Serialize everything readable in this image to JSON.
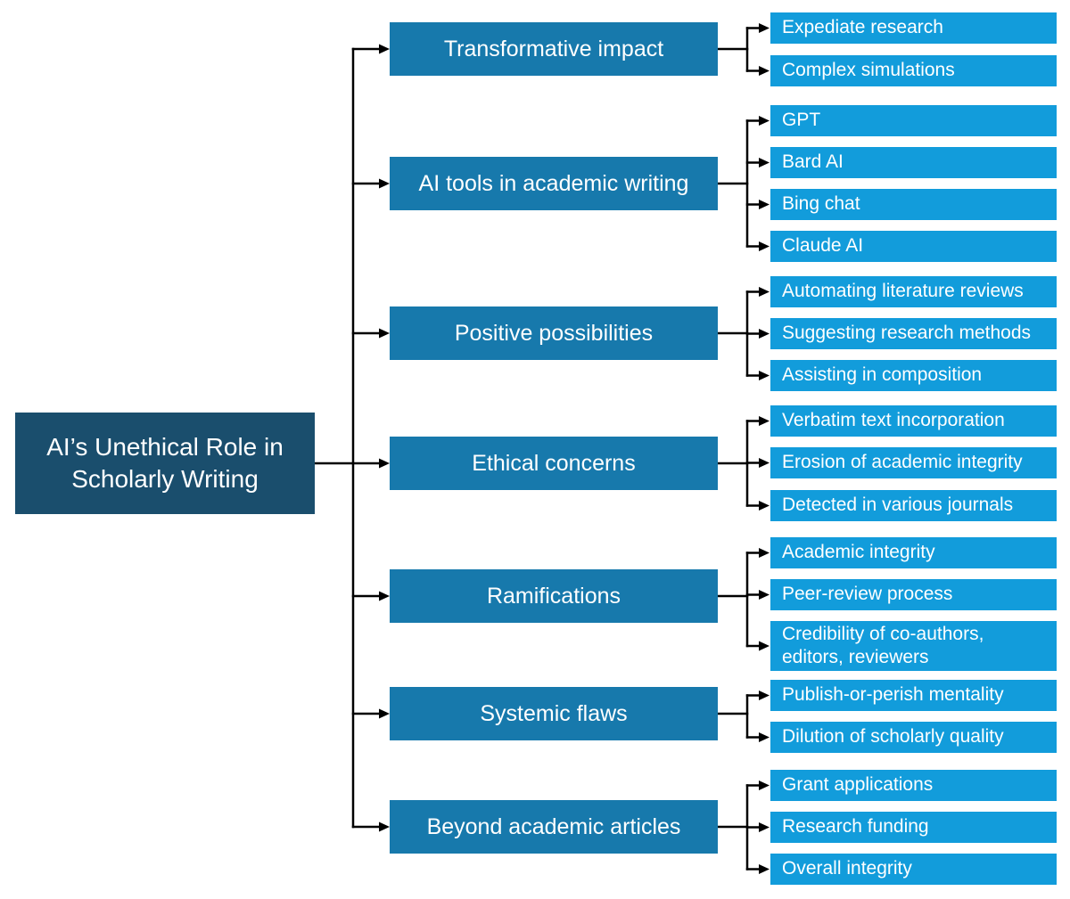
{
  "diagram": {
    "type": "mind-map-tree",
    "orientation": "left-to-right"
  },
  "colors": {
    "root_fill": "#1A4E6D",
    "branch_fill": "#1779AC",
    "leaf_fill": "#129CDB",
    "connector": "#000000",
    "background": "#FFFFFF",
    "text": "#FFFFFF"
  },
  "root": {
    "label": "AI’s Unethical Role in Scholarly Writing"
  },
  "branches": [
    {
      "label": "Transformative impact",
      "children": [
        "Expediate research",
        "Complex simulations"
      ]
    },
    {
      "label": "AI tools in academic writing",
      "children": [
        "GPT",
        "Bard AI",
        "Bing chat",
        "Claude AI"
      ]
    },
    {
      "label": "Positive possibilities",
      "children": [
        "Automating literature reviews",
        "Suggesting research methods",
        "Assisting in composition"
      ]
    },
    {
      "label": "Ethical concerns",
      "children": [
        "Verbatim text incorporation",
        "Erosion of academic integrity",
        "Detected in various journals"
      ]
    },
    {
      "label": "Ramifications",
      "children": [
        "Academic integrity",
        "Peer-review process",
        "Credibility of co-authors, editors, reviewers"
      ]
    },
    {
      "label": "Systemic flaws",
      "children": [
        "Publish-or-perish mentality",
        "Dilution of scholarly quality"
      ]
    },
    {
      "label": "Beyond academic articles",
      "children": [
        "Grant applications",
        "Research funding",
        "Overall integrity"
      ]
    }
  ]
}
